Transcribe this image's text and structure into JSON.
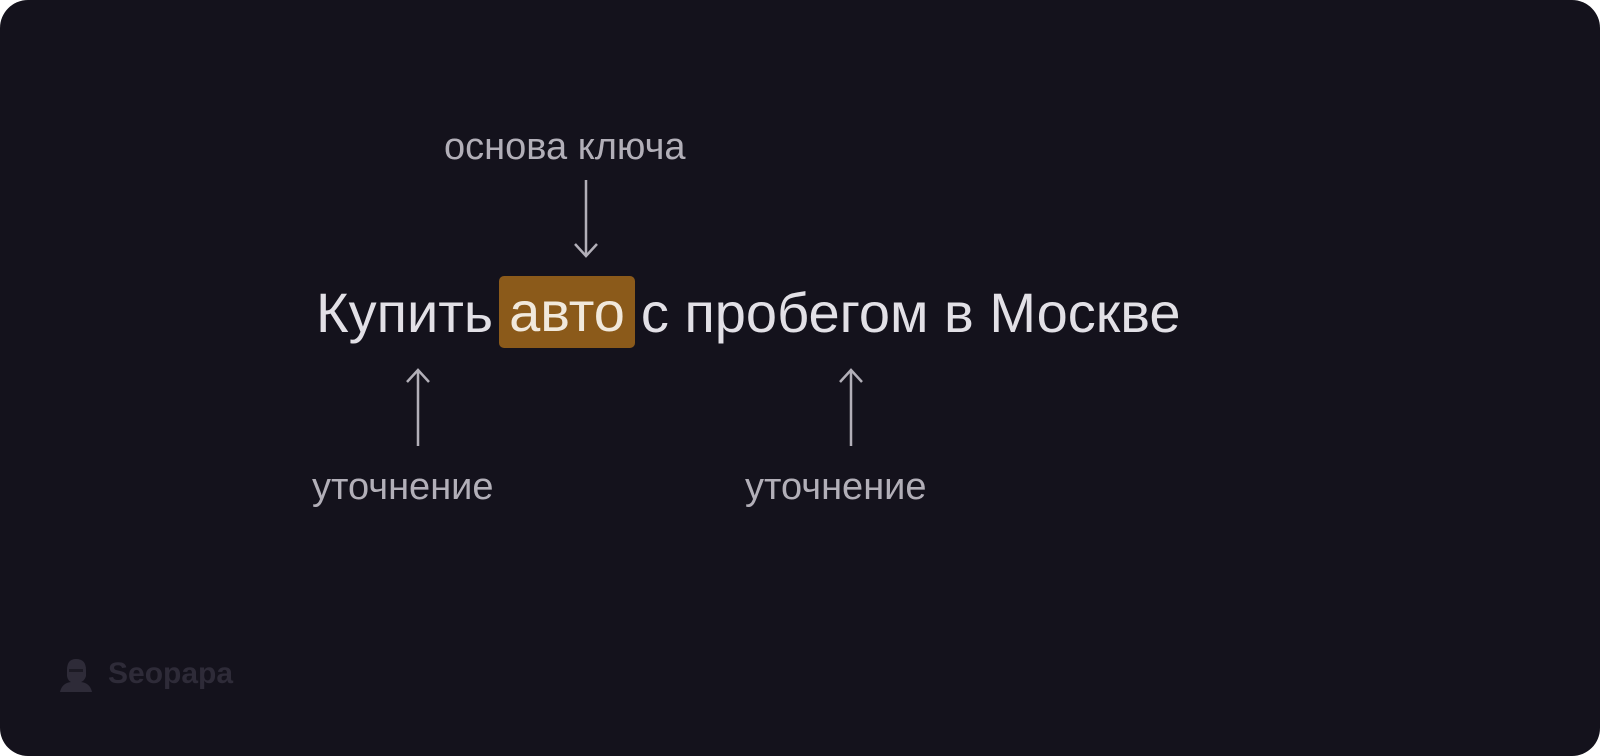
{
  "phrase": {
    "before": "Купить",
    "highlight": "авто",
    "after": "с пробегом в Москве"
  },
  "labels": {
    "base": "основа ключа",
    "refinement_left": "уточнение",
    "refinement_right": "уточнение"
  },
  "logo": {
    "text": "Seopapa"
  },
  "colors": {
    "background": "#14121c",
    "highlight": "#8b5a1a",
    "text": "#e2e0e6",
    "label": "#b2afb8"
  }
}
